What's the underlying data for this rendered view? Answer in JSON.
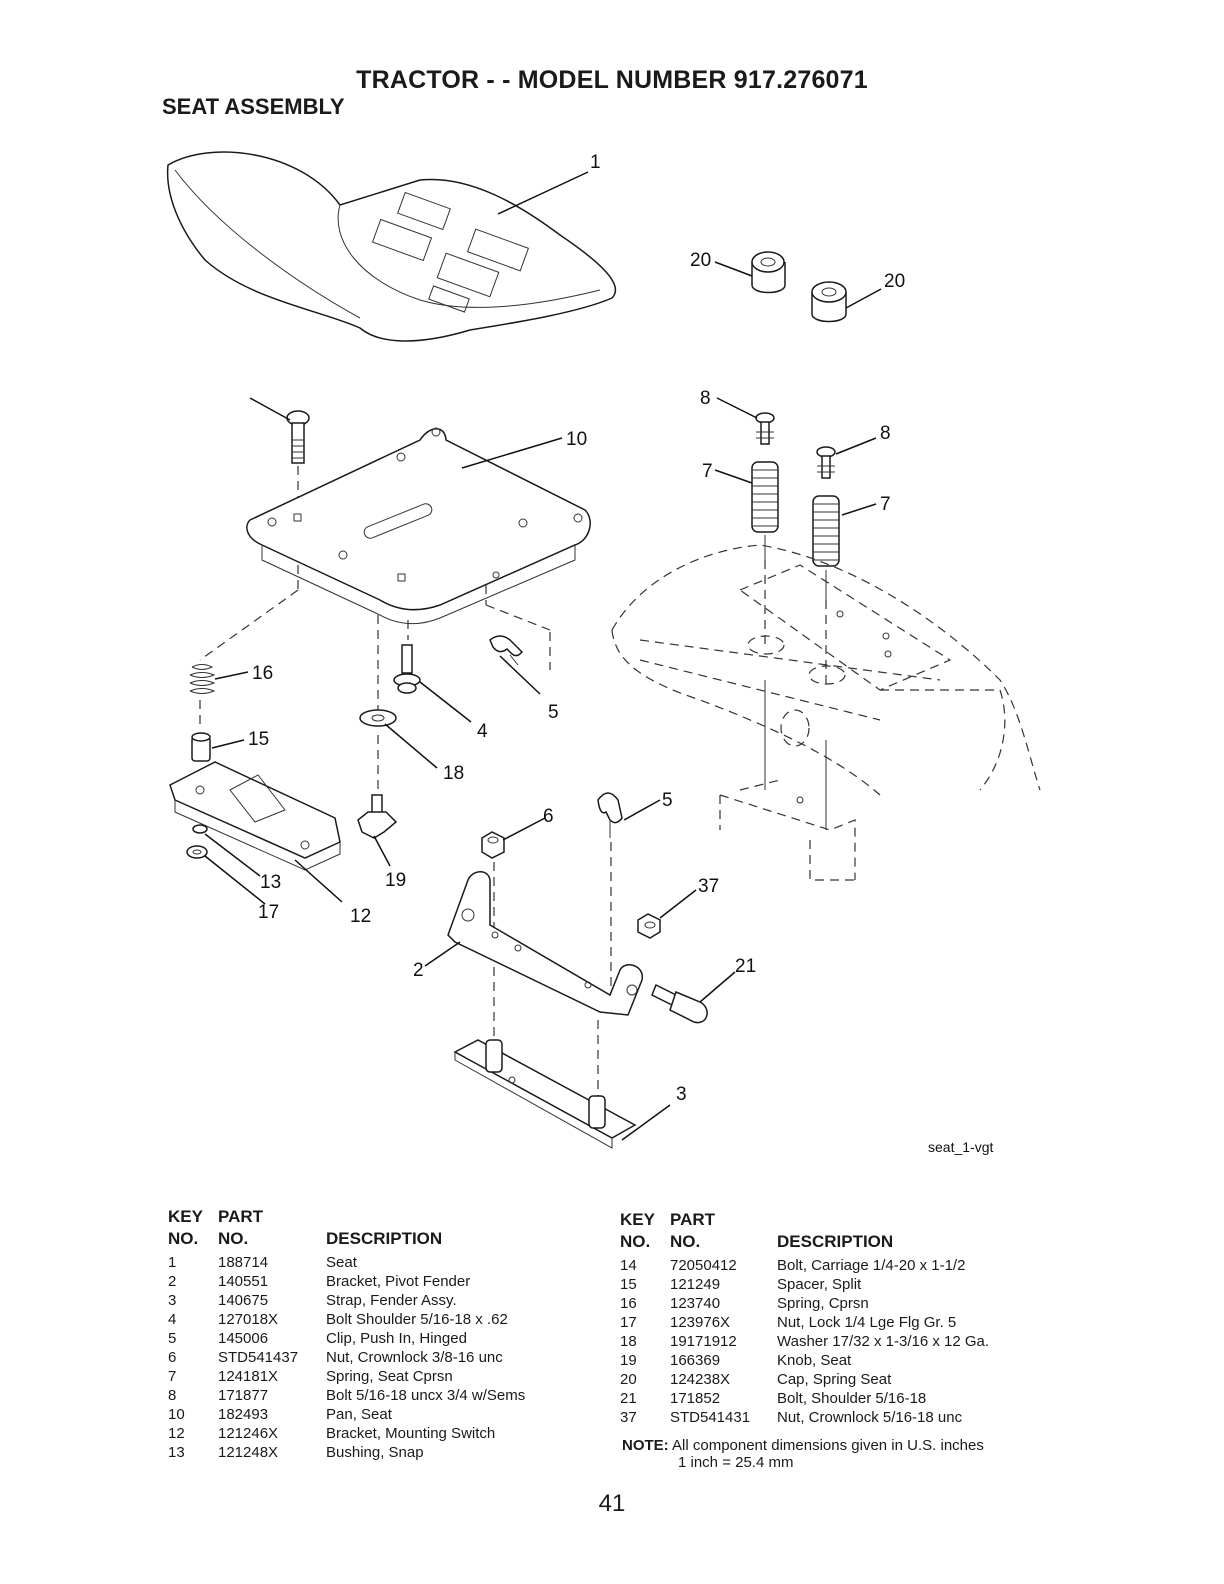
{
  "header": {
    "title": "TRACTOR - - MODEL NUMBER 917.276071",
    "subtitle": "SEAT ASSEMBLY"
  },
  "diagram": {
    "figure_id": "seat_1-vgt",
    "callouts": [
      "1",
      "2",
      "3",
      "4",
      "5",
      "5",
      "6",
      "7",
      "7",
      "8",
      "8",
      "10",
      "12",
      "13",
      "15",
      "16",
      "17",
      "18",
      "19",
      "20",
      "20",
      "21",
      "37"
    ]
  },
  "parts_table": {
    "headers": {
      "key_top": "KEY",
      "key_bottom": "NO.",
      "part_top": "PART",
      "part_bottom": "NO.",
      "description": "DESCRIPTION"
    },
    "left_rows": [
      {
        "key": "1",
        "part": "188714",
        "desc": "Seat"
      },
      {
        "key": "2",
        "part": "140551",
        "desc": "Bracket, Pivot Fender"
      },
      {
        "key": "3",
        "part": "140675",
        "desc": "Strap, Fender Assy."
      },
      {
        "key": "4",
        "part": "127018X",
        "desc": "Bolt Shoulder 5/16-18 x .62"
      },
      {
        "key": "5",
        "part": "145006",
        "desc": "Clip, Push In, Hinged"
      },
      {
        "key": "6",
        "part": "STD541437",
        "desc": "Nut, Crownlock 3/8-16 unc"
      },
      {
        "key": "7",
        "part": "124181X",
        "desc": "Spring, Seat Cprsn"
      },
      {
        "key": "8",
        "part": "171877",
        "desc": "Bolt 5/16-18 uncx 3/4 w/Sems"
      },
      {
        "key": "10",
        "part": "182493",
        "desc": "Pan, Seat"
      },
      {
        "key": "12",
        "part": "121246X",
        "desc": "Bracket, Mounting Switch"
      },
      {
        "key": "13",
        "part": "121248X",
        "desc": "Bushing, Snap"
      }
    ],
    "right_rows": [
      {
        "key": "14",
        "part": "72050412",
        "desc": "Bolt, Carriage 1/4-20 x 1-1/2"
      },
      {
        "key": "15",
        "part": "121249",
        "desc": "Spacer, Split"
      },
      {
        "key": "16",
        "part": "123740",
        "desc": "Spring, Cprsn"
      },
      {
        "key": "17",
        "part": "123976X",
        "desc": "Nut, Lock 1/4 Lge Flg Gr. 5"
      },
      {
        "key": "18",
        "part": "19171912",
        "desc": "Washer 17/32 x 1-3/16 x 12 Ga."
      },
      {
        "key": "19",
        "part": "166369",
        "desc": "Knob, Seat"
      },
      {
        "key": "20",
        "part": "124238X",
        "desc": "Cap, Spring Seat"
      },
      {
        "key": "21",
        "part": "171852",
        "desc": "Bolt, Shoulder 5/16-18"
      },
      {
        "key": "37",
        "part": "STD541431",
        "desc": "Nut, Crownlock 5/16-18 unc"
      }
    ]
  },
  "note": {
    "label": "NOTE:",
    "line1": "All component dimensions given in U.S. inches",
    "line2": "1 inch = 25.4 mm"
  },
  "page_number": "41"
}
